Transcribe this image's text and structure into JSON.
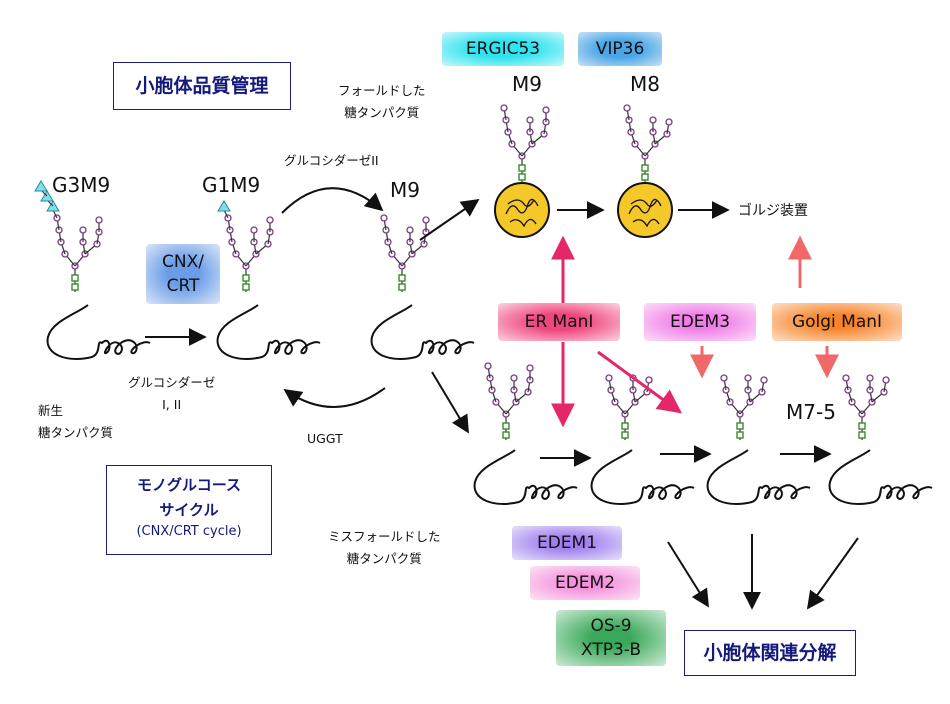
{
  "title": "小胞体品質管理",
  "cycle": {
    "line1": "モノグルコース",
    "line2": "サイクル",
    "line3": "(CNX/CRT cycle)"
  },
  "degradation": "小胞体関連分解",
  "glycans": {
    "g3m9": "G3M9",
    "g1m9": "G1M9",
    "m9_mid": "M9",
    "m9_top": "M9",
    "m8_top": "M8",
    "m7_5": "M7-5"
  },
  "notes": {
    "nascent_line1": "新生",
    "nascent_line2": "糖タンパク質",
    "glucosidase_i_ii_line1": "グルコシダーゼ",
    "glucosidase_i_ii_line2": "I, II",
    "glucosidase_ii": "グルコシダーゼII",
    "uggt": "UGGT",
    "folded_line1": "フォールドした",
    "folded_line2": "糖タンパク質",
    "misfolded_line1": "ミスフォールドした",
    "misfolded_line2": "糖タンパク質",
    "golgi": "ゴルジ装置"
  },
  "factors": {
    "ergic53": "ERGIC53",
    "vip36": "VIP36",
    "cnx_line1": "CNX/",
    "cnx_line2": "CRT",
    "er_mani": "ER ManI",
    "edem3": "EDEM3",
    "golgi_mani": "Golgi ManI",
    "edem1": "EDEM1",
    "edem2": "EDEM2",
    "os9": "OS-9",
    "xtp3b": "XTP3-B"
  },
  "colors": {
    "cyan": "#7fe8ef",
    "blue": "#5b8ee0",
    "pink_red": "#ee2f6e",
    "salmon": "#f27272",
    "lavender": "#b8a8ee",
    "light_pink": "#f4a6e2",
    "orange": "#f59a4e",
    "green": "#4fb86a",
    "gold": "#f2c830",
    "navy": "#1a1f7a"
  }
}
